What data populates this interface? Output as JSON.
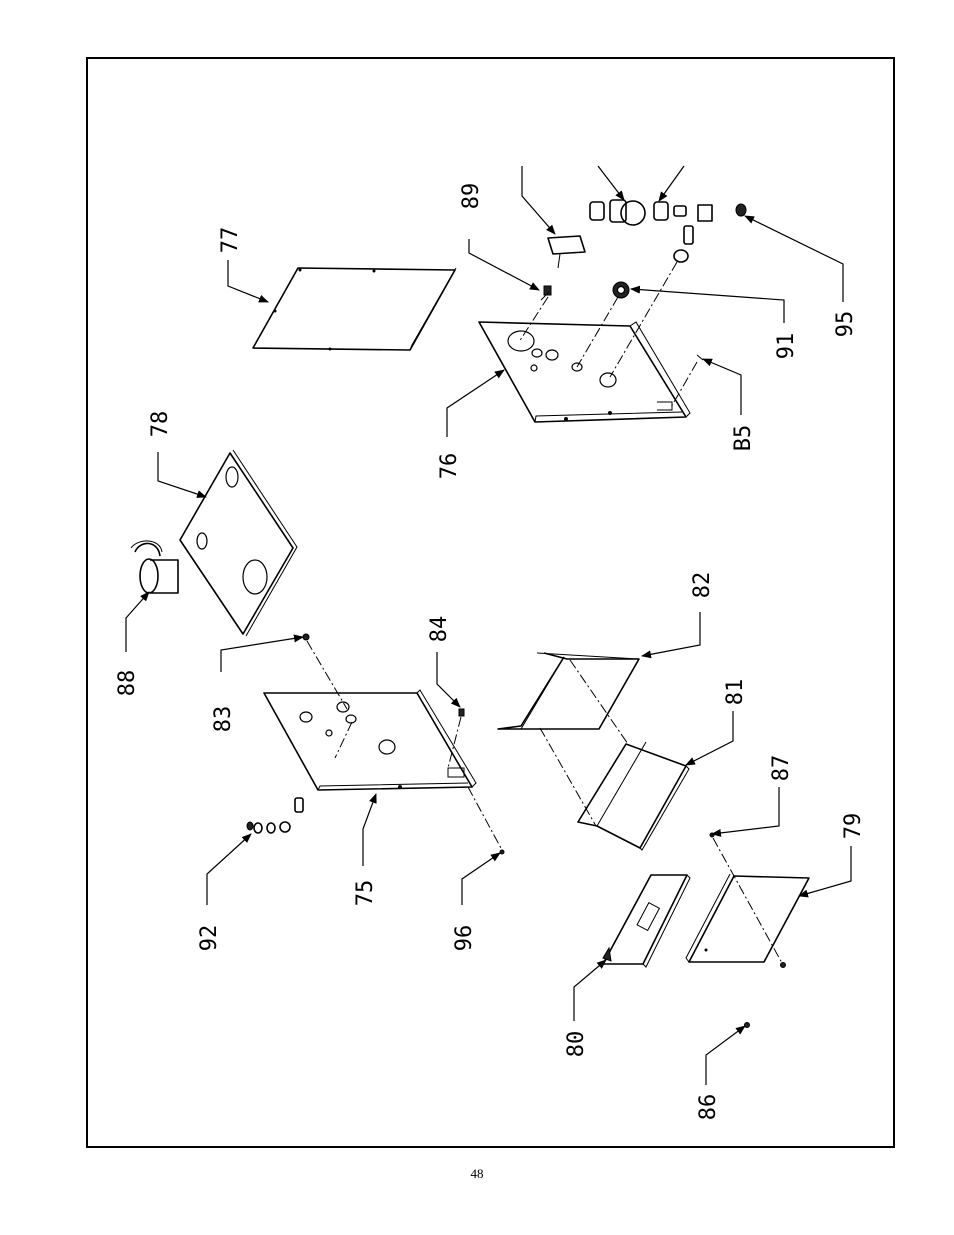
{
  "page_number": "48",
  "callouts": {
    "c75": "75",
    "c76": "76",
    "c77": "77",
    "c78": "78",
    "c79": "79",
    "c80": "80",
    "c81": "81",
    "c82": "82",
    "c83": "83",
    "c84": "84",
    "c85": "B5",
    "c86": "86",
    "c87": "87",
    "c88": "88",
    "c89": "89",
    "c91": "91",
    "c92": "92",
    "c95": "95",
    "c96": "96"
  }
}
